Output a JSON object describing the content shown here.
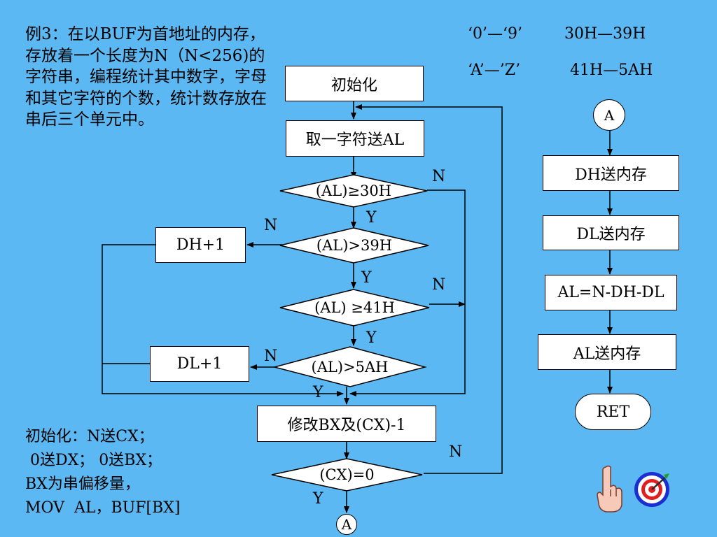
{
  "problem": {
    "text": "例3：在以BUF为首地址的内存，存放着一个长度为N（N<256)的字符串，编程统计其中数字，字母和其它字符的个数，统计数存放在串后三个单元中。"
  },
  "ascii_table": {
    "row1_chars": "‘0’—‘9’",
    "row1_codes": "30H—39H",
    "row2_chars": "‘A’—’Z’",
    "row2_codes": "41H—5AH"
  },
  "flow": {
    "init": "初始化",
    "fetch": "取一字符送AL",
    "d1": "(AL)≥30H",
    "d2": "(AL)>39H",
    "d3": "(AL) ≥41H",
    "d4": "(AL)>5AH",
    "dh_inc": "DH+1",
    "dl_inc": "DL+1",
    "modify": "修改BX及(CX)-1",
    "d5": "(CX)=0",
    "connector_bottom": "A",
    "labels": {
      "n1": "N",
      "y1": "Y",
      "n2": "N",
      "y2": "Y",
      "n3": "N",
      "y3": "Y",
      "n4": "N",
      "y4": "Y",
      "n5": "N",
      "y5": "Y"
    }
  },
  "right_flow": {
    "connector_top": "A",
    "s1": "DH送内存",
    "s2": "DL送内存",
    "s3": "AL=N-DH-DL",
    "s4": "AL送内存",
    "ret": "RET"
  },
  "init_note": {
    "line1": "初始化：N送CX；",
    "line2": " 0送DX； 0送BX；",
    "line3": "BX为串偏移量，",
    "line4": "MOV  AL，BUF[BX]"
  },
  "icons": [
    "pointing-hand-icon",
    "target-icon"
  ],
  "colors": {
    "background": "#5BB8F2",
    "box": "#FFFFFF",
    "line": "#000000"
  }
}
